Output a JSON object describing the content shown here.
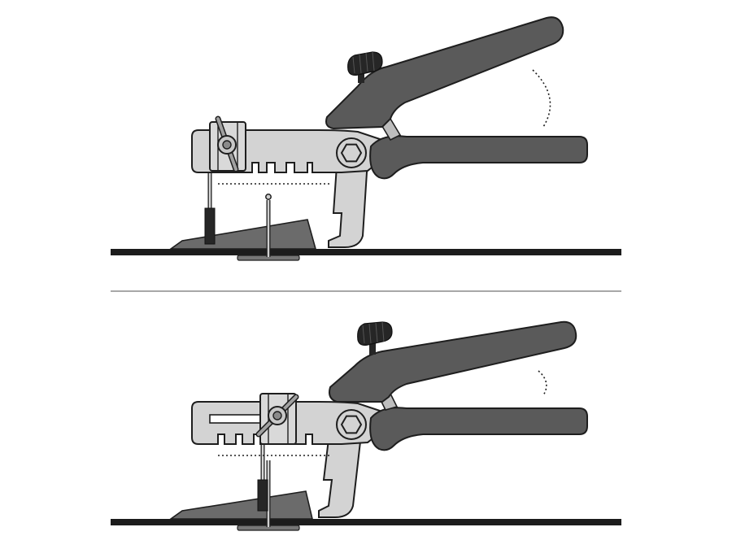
{
  "figure": {
    "panels": [
      {
        "id": "top",
        "state": "handle-open",
        "slider": "left"
      },
      {
        "id": "bottom",
        "state": "handle-closed",
        "slider": "middle"
      }
    ],
    "colors": {
      "background": "#ffffff",
      "metal": "#d3d3d3",
      "handle": "#5a5a5a",
      "knob": "#262626",
      "floor": "#1c1c1c",
      "wedge": "#6b6b6b",
      "divider": "#a8a8a8",
      "outline": "#1e1e1e"
    },
    "icons": [
      "hex-bolt-icon",
      "adjust-knob-icon",
      "wing-screw-icon"
    ]
  }
}
